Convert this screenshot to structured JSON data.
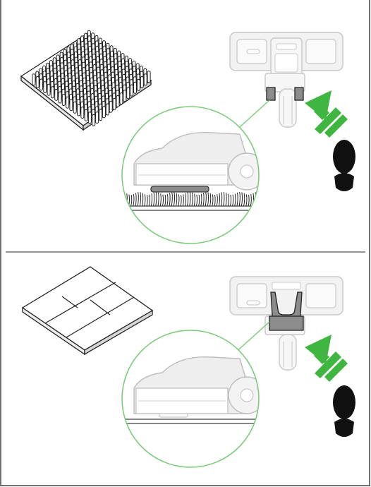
{
  "panels": [
    {
      "floor_type": "carpet",
      "floor_icon": "carpet-tile-icon",
      "pedal_state": "lowered-brush-highlighted",
      "action_icons": [
        "green-press-arrow-icon",
        "shoe-footprint-icon"
      ],
      "zoom_view": "brush-bar-engaged-on-carpet"
    },
    {
      "floor_type": "hard-floor",
      "floor_icon": "wood-plank-floor-icon",
      "pedal_state": "raised-pedal-highlighted",
      "action_icons": [
        "green-press-arrow-icon",
        "shoe-footprint-icon"
      ],
      "zoom_view": "brush-bar-raised-on-hard-floor"
    }
  ],
  "colors": {
    "accent_green": "#3fb63f",
    "circle_green": "#7ccc7a",
    "highlight_gray": "#8c8c8c",
    "line_dark": "#222222",
    "device_gray": "#dddddd"
  }
}
